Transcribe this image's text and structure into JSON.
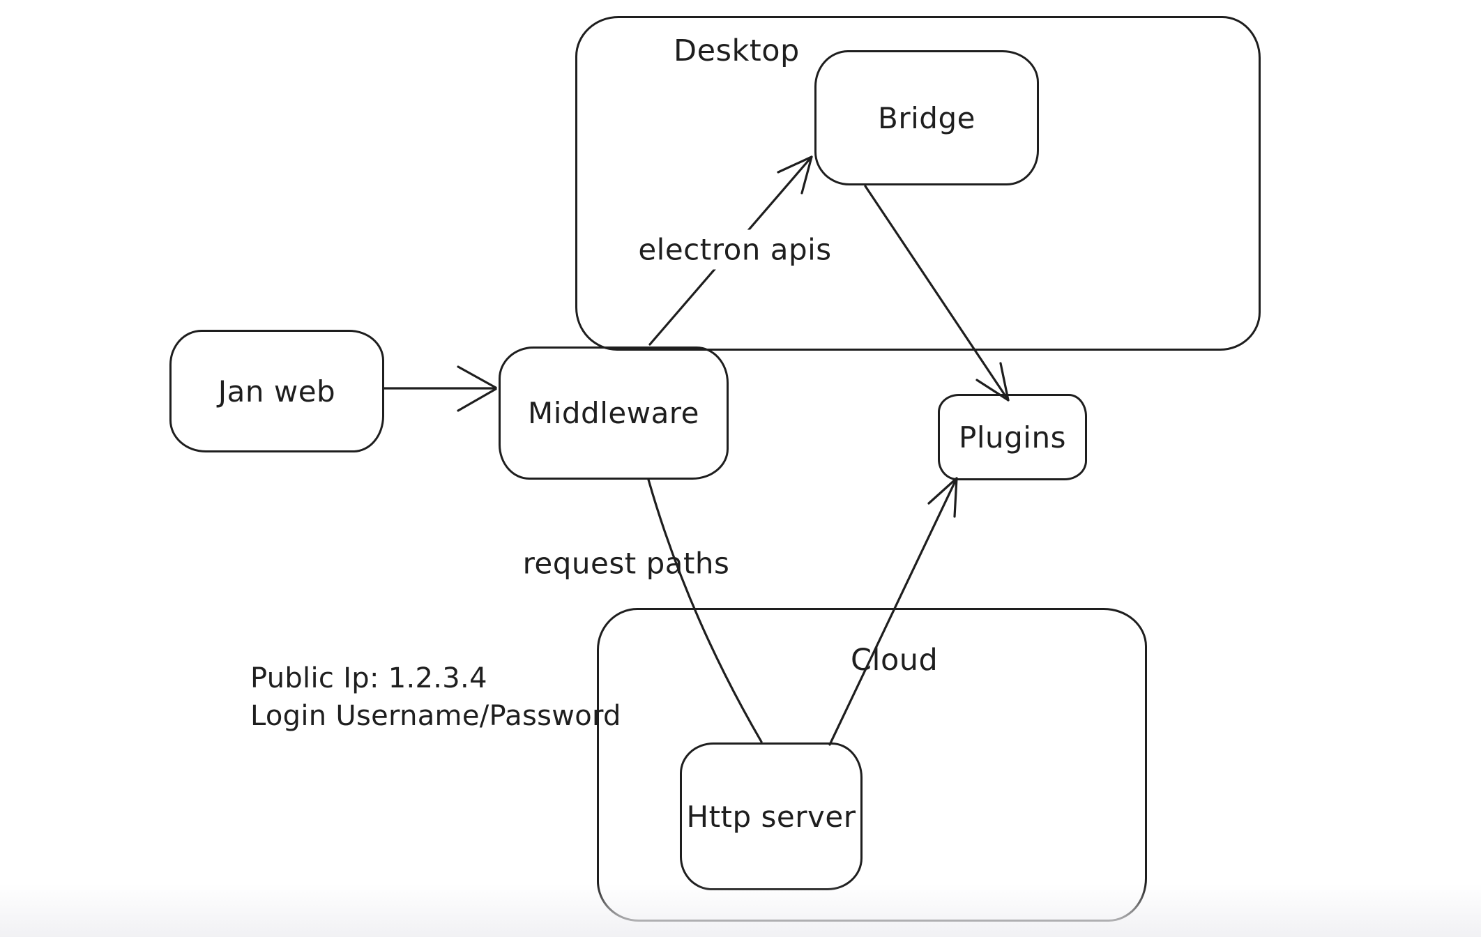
{
  "canvas": {
    "background": "#ffffff",
    "stroke_color": "#1e1e1e",
    "bottom_fade_color": "#f1f1f4"
  },
  "containers": {
    "desktop": {
      "label": "Desktop"
    },
    "cloud": {
      "label": "Cloud"
    }
  },
  "nodes": {
    "jan_web": {
      "label": "Jan web"
    },
    "middleware": {
      "label": "Middleware"
    },
    "bridge": {
      "label": "Bridge"
    },
    "plugins": {
      "label": "Plugins"
    },
    "http_server": {
      "label": "Http server"
    }
  },
  "edge_labels": {
    "electron_apis": "electron apis",
    "request_paths": "request paths"
  },
  "annotation": {
    "line1": "Public Ip: 1.2.3.4",
    "line2": "Login Username/Password"
  },
  "edges": [
    {
      "from": "Jan web",
      "to": "Middleware",
      "arrowhead": "arrow",
      "label": ""
    },
    {
      "from": "Middleware",
      "to": "Bridge",
      "arrowhead": "arrow",
      "label": "electron apis"
    },
    {
      "from": "Bridge",
      "to": "Plugins",
      "arrowhead": "arrow",
      "label": ""
    },
    {
      "from": "Middleware",
      "to": "Http server",
      "arrowhead": "none",
      "label": "request paths"
    },
    {
      "from": "Http server",
      "to": "Plugins",
      "arrowhead": "arrow",
      "label": ""
    }
  ]
}
